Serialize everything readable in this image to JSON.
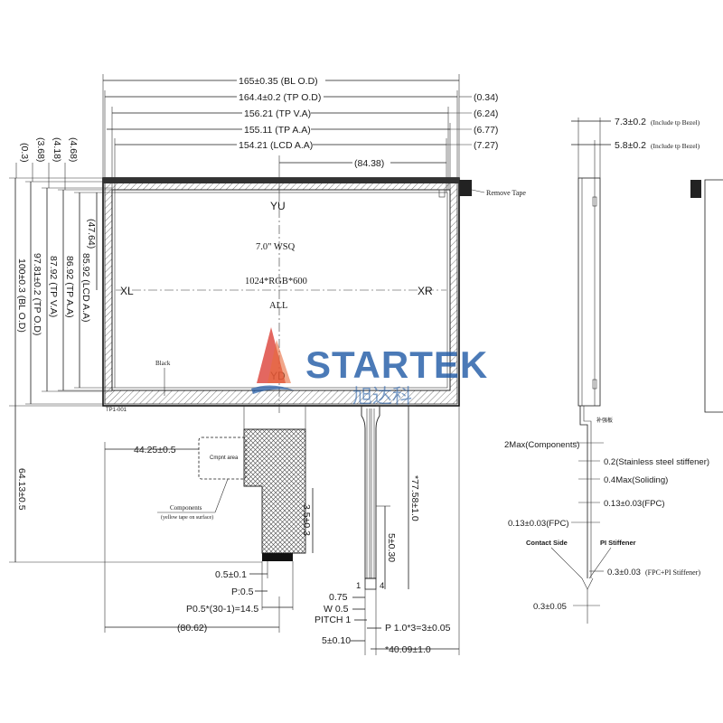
{
  "top_dims": {
    "bl_od": "165±0.35 (BL O.D)",
    "tp_od": "164.4±0.2 (TP O.D)",
    "tp_va": "156.21 (TP V.A)",
    "tp_aa": "155.11 (TP A.A)",
    "lcd_aa": "154.21 (LCD A.A)",
    "offset": "(84.38)",
    "r1": "(0.34)",
    "r2": "(6.24)",
    "r3": "(6.77)",
    "r4": "(7.27)"
  },
  "left_dims": {
    "lcd_aa": "85.92 (LCD A.A)",
    "tp_aa": "86.92 (TP A.A)",
    "tp_va": "87.92 (TP V.A)",
    "tp_od": "97.81±0.2 (TP O.D)",
    "bl_od": "100±0.3 (BL O.D)",
    "d1": "(4.68)",
    "d2": "(4.18)",
    "d3": "(3.68)",
    "d4": "(0.3)",
    "inner": "(47.64)",
    "overall": "64.13±0.5"
  },
  "panel_labels": {
    "yu": "YU",
    "yd": "YD",
    "xl": "XL",
    "xr": "XR",
    "size": "7.0\" WSQ",
    "resolution": "1024*RGB*600",
    "all": "ALL",
    "black": "Black",
    "remove_tape": "Remove Tape",
    "part_no": "TP1-001"
  },
  "fpc_dims": {
    "offset_4425": "44.25±0.5",
    "components": "Components",
    "yellow_tape": "(yellow tape on surface)",
    "component_box": "Cmpnt area",
    "thickness_35": "3.5±0.3",
    "tail_775": "*77.58±1.0",
    "tail_5": "5±0.30",
    "pin_05": "0.5±0.1",
    "pitch_05": "P:0.5",
    "pitch_total": "P0.5*(30-1)=14.5",
    "offset_8062": "(80.62)",
    "dim_075": "0.75",
    "w05": "W 0.5",
    "pitch1": "PITCH 1",
    "p1x3": "P 1.0*3=3±0.05",
    "d5": "5±0.10",
    "d4009": "*40.09±1.0",
    "pin1": "1",
    "pin4": "4"
  },
  "side_view": {
    "t73": "7.3±0.2",
    "t73_note": "(Include tp Bezel)",
    "t58": "5.8±0.2",
    "t58_note": "(Include tp Bezel)",
    "components": "2Max(Components)",
    "stiffener": "0.2(Stainless steel stiffener)",
    "solder": "0.4Max(Soliding)",
    "fpc": "0.13±0.03(FPC)",
    "fpc2": "0.13±0.03(FPC)",
    "contact_side": "Contact Side",
    "pi_stiffener": "PI Stiffener",
    "fpc_pi": "0.3±0.03",
    "fpc_pi_note": "(FPC+PI Stiffener)",
    "total": "0.3±0.05",
    "tab": "补强板"
  },
  "watermark": {
    "brand": "STARTEK",
    "cn": "旭达科"
  },
  "colors": {
    "line": "#1a1a1a",
    "brand_blue": "#1f5aa6",
    "brand_red": "#d9342b"
  }
}
